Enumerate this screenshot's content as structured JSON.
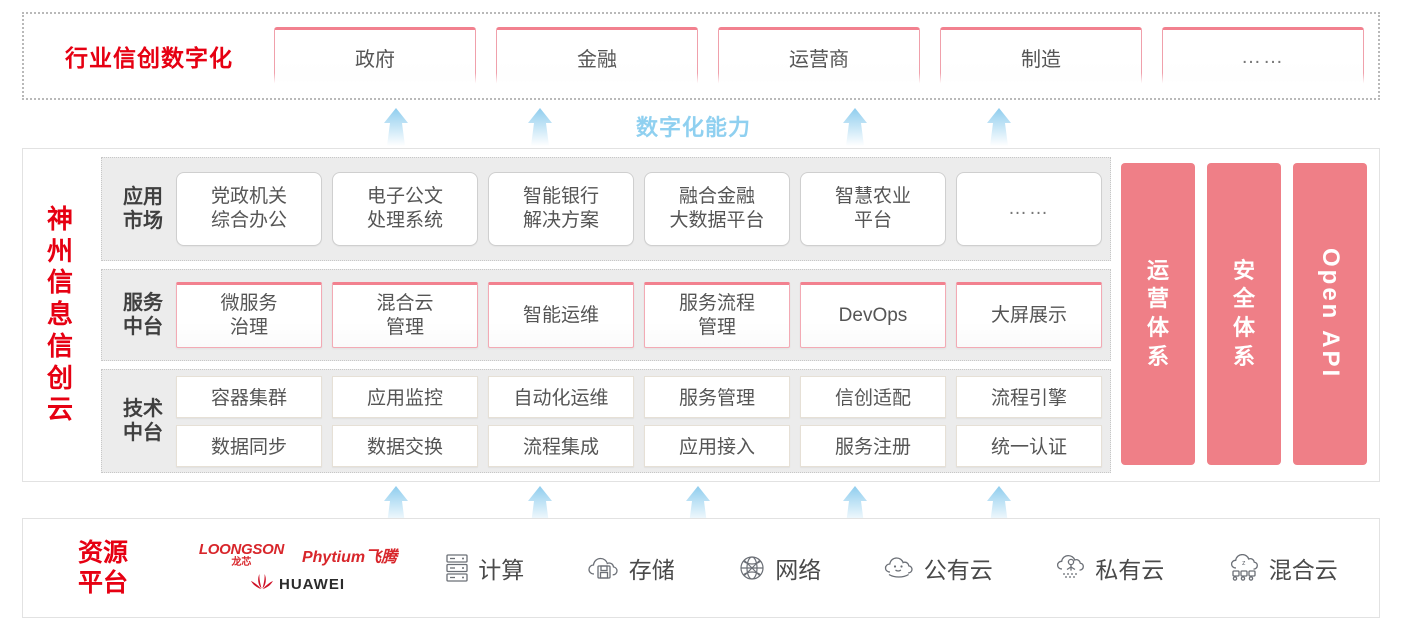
{
  "industry": {
    "title": "行业信创数字化",
    "cards": [
      "政府",
      "金融",
      "运营商",
      "制造",
      "……"
    ]
  },
  "capability": {
    "label": "数字化能力",
    "arrow_icon": "up-arrow-icon"
  },
  "cloud": {
    "title_chars": [
      "神",
      "州",
      "信",
      "息",
      "信",
      "创",
      "云"
    ],
    "layers": [
      {
        "key": "app",
        "label": "应用\n市场",
        "label_lines": [
          "应用",
          "市场"
        ],
        "cards": [
          "党政机关\n综合办公",
          "电子公文\n处理系统",
          "智能银行\n解决方案",
          "融合金融\n大数据平台",
          "智慧农业\n平台",
          "……"
        ],
        "card_lines": [
          [
            "党政机关",
            "综合办公"
          ],
          [
            "电子公文",
            "处理系统"
          ],
          [
            "智能银行",
            "解决方案"
          ],
          [
            "融合金融",
            "大数据平台"
          ],
          [
            "智慧农业",
            "平台"
          ],
          [
            "……"
          ]
        ]
      },
      {
        "key": "service",
        "label_lines": [
          "服务",
          "中台"
        ],
        "card_lines": [
          [
            "微服务",
            "治理"
          ],
          [
            "混合云",
            "管理"
          ],
          [
            "智能运维"
          ],
          [
            "服务流程",
            "管理"
          ],
          [
            "DevOps"
          ],
          [
            "大屏展示"
          ]
        ]
      },
      {
        "key": "tech",
        "label_lines": [
          "技术",
          "中台"
        ],
        "row1": [
          "容器集群",
          "应用监控",
          "自动化运维",
          "服务管理",
          "信创适配",
          "流程引擎"
        ],
        "row2": [
          "数据同步",
          "数据交换",
          "流程集成",
          "应用接入",
          "服务注册",
          "统一认证"
        ]
      }
    ],
    "pillars": [
      {
        "type": "vertical-chars",
        "chars": [
          "运",
          "营",
          "体",
          "系"
        ],
        "text": "运营体系"
      },
      {
        "type": "vertical-chars",
        "chars": [
          "安",
          "全",
          "体",
          "系"
        ],
        "text": "安全体系"
      },
      {
        "type": "rotated",
        "text": "Open API"
      }
    ]
  },
  "resource": {
    "title_lines": [
      "资源",
      "平台"
    ],
    "logos": [
      {
        "name": "loongson",
        "en": "LOONGSON",
        "cn": "龙芯"
      },
      {
        "name": "phytium",
        "text": "Phytium飞腾"
      },
      {
        "name": "huawei",
        "text": "HUAWEI"
      }
    ],
    "items": [
      {
        "icon": "server-rack-icon",
        "label": "计算"
      },
      {
        "icon": "cloud-storage-icon",
        "label": "存储"
      },
      {
        "icon": "network-globe-icon",
        "label": "网络"
      },
      {
        "icon": "public-cloud-icon",
        "label": "公有云"
      },
      {
        "icon": "private-cloud-icon",
        "label": "私有云"
      },
      {
        "icon": "hybrid-cloud-icon",
        "label": "混合云"
      }
    ]
  },
  "colors": {
    "brand_red": "#e60012",
    "pillar_pink": "#ef7f87",
    "card_pink_border": "#f2818f",
    "arrow_blue": "#9fd6f2",
    "capability_blue": "#8fd0f0",
    "band_gray": "#ececec"
  }
}
